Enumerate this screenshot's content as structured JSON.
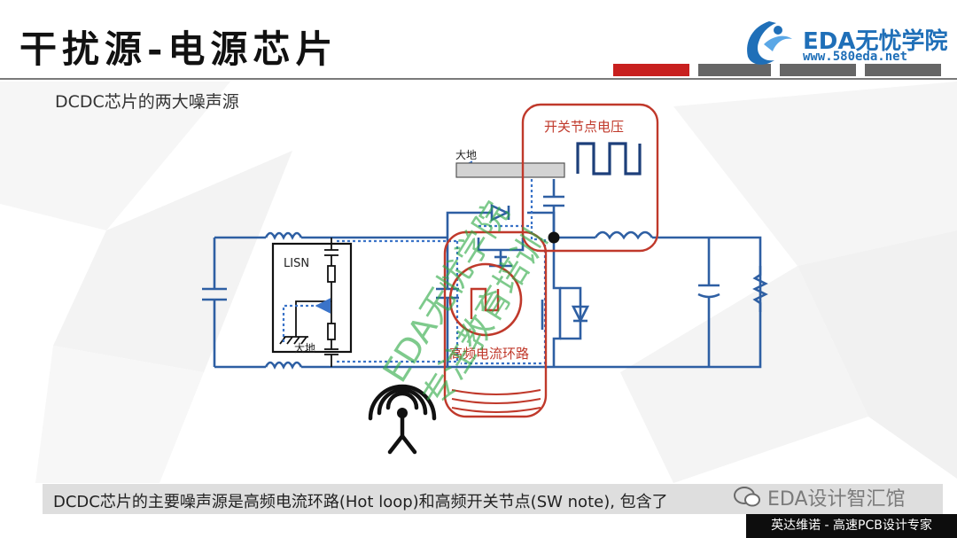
{
  "header": {
    "title": "干扰源-电源芯片",
    "logo_name": "EDA无忧学院",
    "logo_url": "www.580eda.net",
    "bar_colors": [
      "#c8201f",
      "#666666",
      "#666666",
      "#666666",
      "#666666"
    ]
  },
  "subtitle": "DCDC芯片的两大噪声源",
  "diagram": {
    "sw_node_label": "开关节点电压",
    "ground_top_label": "大地",
    "lisn_label": "LISN",
    "lisn_ground_label": "大地",
    "hot_loop_label": "高频电流环路",
    "antenna_icon": "antenna-icon",
    "colors": {
      "wire": "#2e5fa3",
      "accent": "#c0392b",
      "dashed": "#3a73c8"
    }
  },
  "watermark": {
    "line1": "EDA无忧学院",
    "line2": "专注教育培训"
  },
  "footer": {
    "caption": "DCDC芯片的主要噪声源是高频电流环路(Hot loop)和高频开关节点(SW note), 包含了",
    "watermark": "EDA设计智汇馆",
    "tag": "英达维诺 - 高速PCB设计专家"
  }
}
